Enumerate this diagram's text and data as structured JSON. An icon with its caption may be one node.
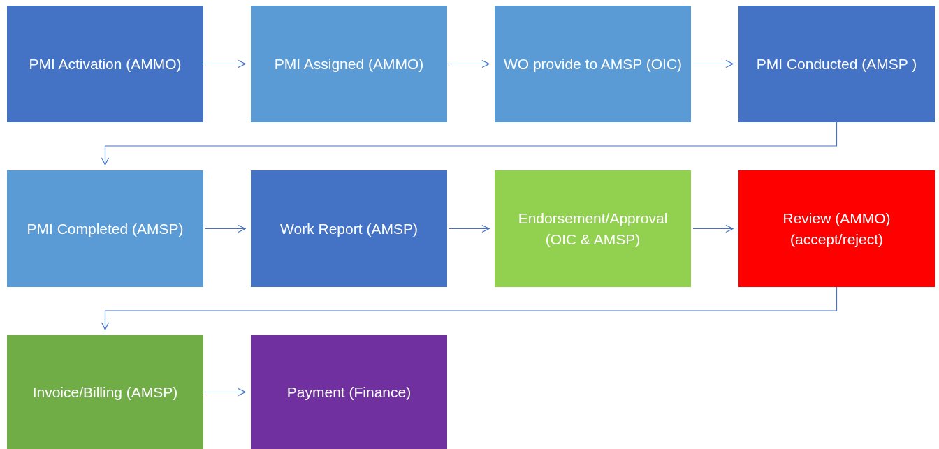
{
  "diagram": {
    "nodes": [
      {
        "text": [
          "PMI Activation (AMMO)"
        ]
      },
      {
        "text": [
          "PMI Assigned (AMMO)"
        ]
      },
      {
        "text": [
          "WO provide to AMSP (OIC)"
        ]
      },
      {
        "text": [
          "PMI Conducted (AMSP )"
        ]
      },
      {
        "text": [
          "PMI Completed (AMSP)"
        ]
      },
      {
        "text": [
          "Work Report (AMSP)"
        ]
      },
      {
        "text": [
          "Endorsement/Approval (OIC & AMSP)"
        ]
      },
      {
        "text": [
          "Review (AMMO) (accept/reject)"
        ]
      },
      {
        "text": [
          "Invoice/Billing (AMSP)"
        ]
      },
      {
        "text": [
          "Payment (Finance)"
        ]
      }
    ],
    "edges": [
      {
        "from": 0,
        "to": 1,
        "arrow": "to"
      },
      {
        "from": 1,
        "to": 2,
        "arrow": "to"
      },
      {
        "from": 2,
        "to": 3,
        "arrow": "to"
      },
      {
        "from": 3,
        "to": 4,
        "arrow": "to"
      },
      {
        "from": 4,
        "to": 5,
        "arrow": "to"
      },
      {
        "from": 5,
        "to": 6,
        "arrow": "to"
      },
      {
        "from": 6,
        "to": 7,
        "arrow": "to"
      },
      {
        "from": 7,
        "to": 8,
        "arrow": "to"
      },
      {
        "from": 8,
        "to": 9,
        "arrow": "to"
      }
    ]
  }
}
